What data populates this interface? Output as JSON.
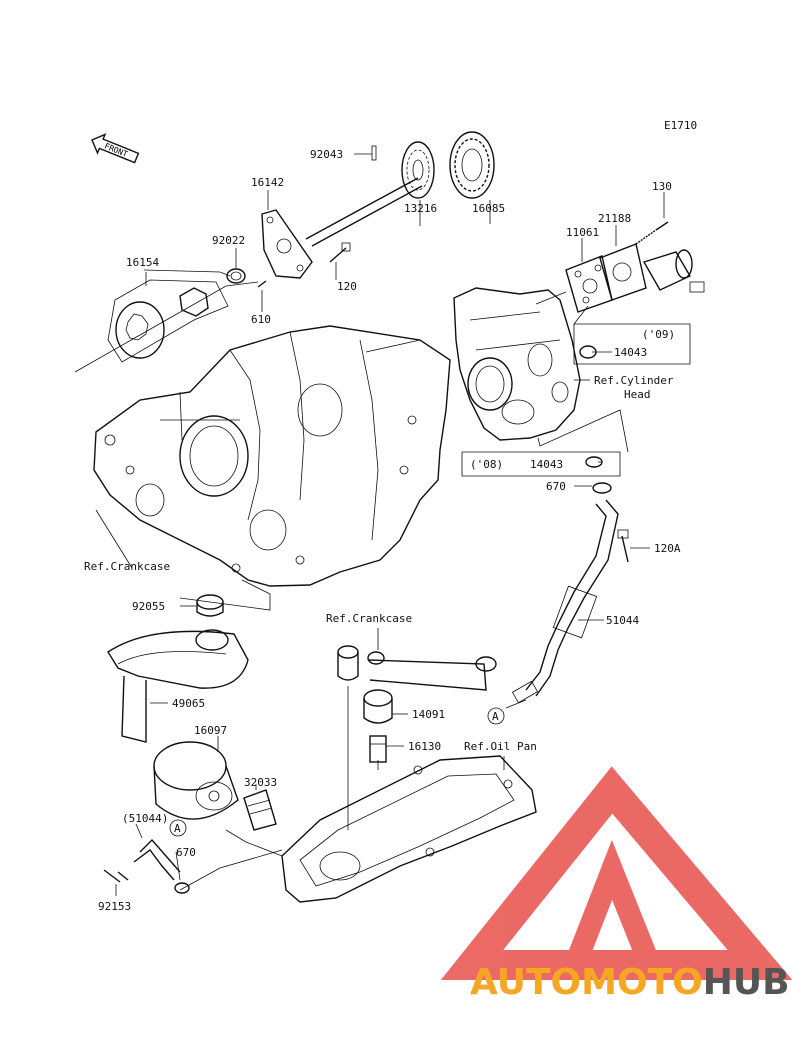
{
  "diagram_code": "E1710",
  "front_marker": "FRONT",
  "labels": {
    "p92043": "92043",
    "p16142": "16142",
    "p130": "130",
    "p21188": "21188",
    "p92022": "92022",
    "p13216": "13216",
    "p16085": "16085",
    "p11061": "11061",
    "p16154": "16154",
    "p120": "120",
    "p610": "610",
    "p09": "('09)",
    "p14043_top": "14043",
    "ref_cyl_1": "Ref.Cylinder",
    "ref_cyl_2": "Head",
    "p08": "('08)",
    "p14043_bot": "14043",
    "p670_top": "670",
    "p120A": "120A",
    "ref_crankcase_left": "Ref.Crankcase",
    "p92055": "92055",
    "ref_crankcase_mid": "Ref.Crankcase",
    "p51044": "51044",
    "p49065": "49065",
    "p14091": "14091",
    "p16097": "16097",
    "p16130": "16130",
    "ref_oil_pan": "Ref.Oil Pan",
    "p32033": "32033",
    "p51044_paren": "(51044)",
    "p670_bot": "670",
    "p92153": "92153",
    "marker_a": "A"
  },
  "watermark": {
    "text_orange": "AUTOMOTO",
    "text_gray": "HUB",
    "color_red": "#e8504a",
    "color_orange": "#f5a623",
    "color_gray": "#555555"
  }
}
